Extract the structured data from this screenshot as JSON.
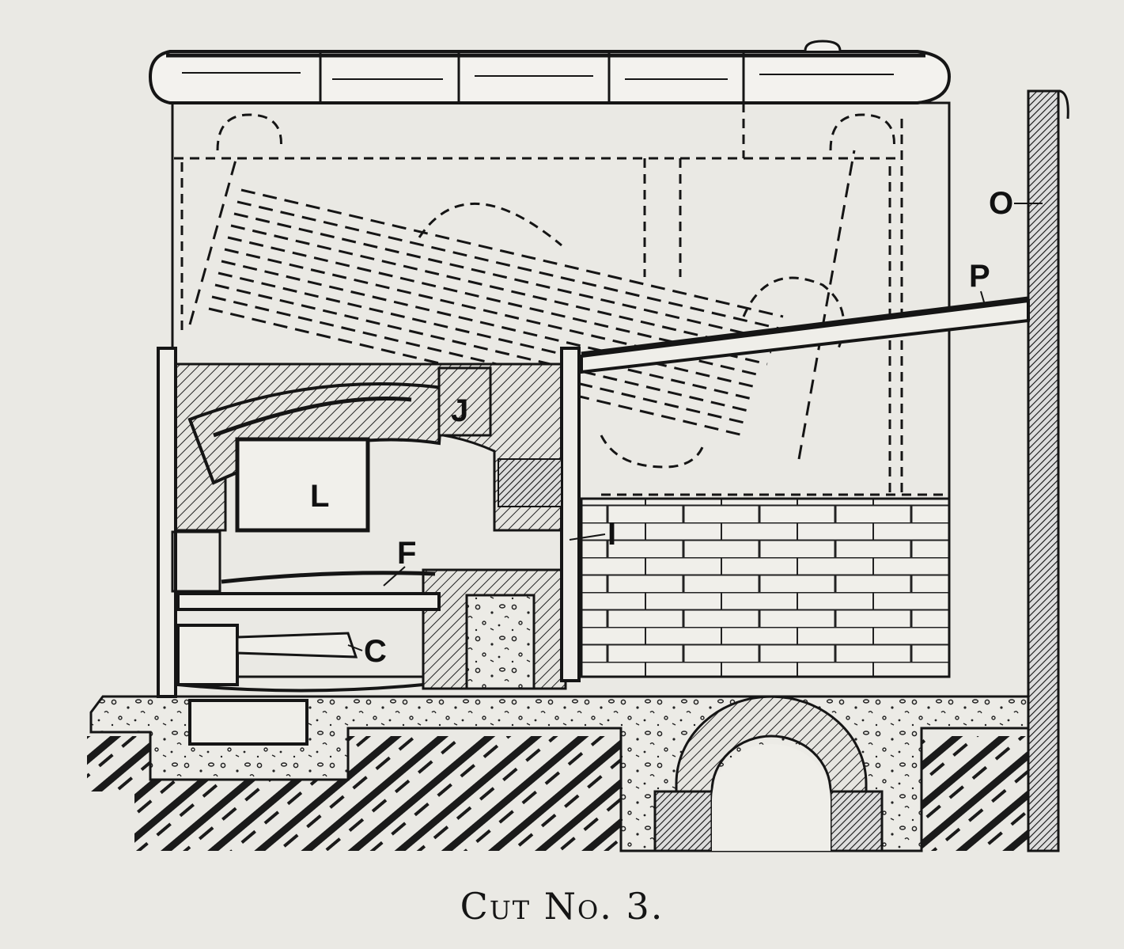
{
  "figure": {
    "caption": "Cut No. 3.",
    "labels": {
      "O": "O",
      "P": "P",
      "J": "J",
      "L": "L",
      "I": "I",
      "F": "F",
      "C": "C"
    }
  },
  "colors": {
    "paper": "#eae9e4",
    "ink": "#151515"
  }
}
